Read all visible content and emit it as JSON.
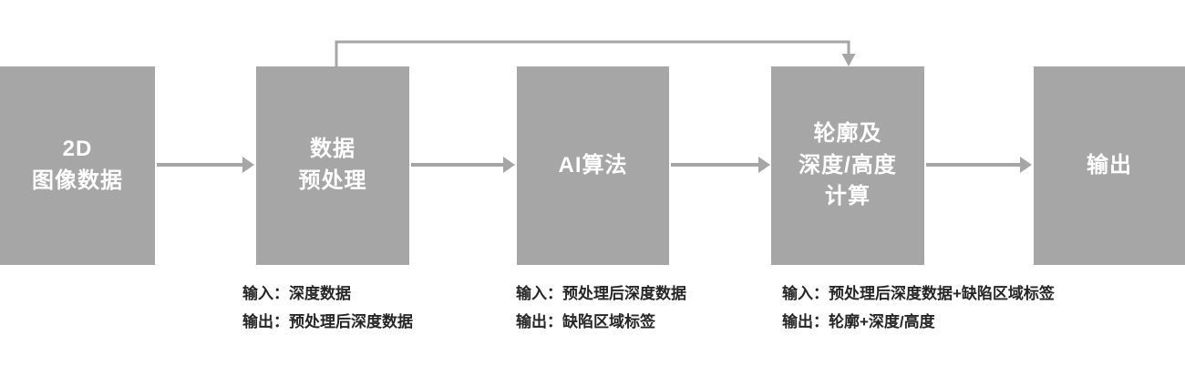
{
  "nodes": [
    {
      "id": "input-2d-image",
      "label": "2D\n图像数据"
    },
    {
      "id": "data-preprocess",
      "label": "数据\n预处理"
    },
    {
      "id": "ai-algorithm",
      "label": "AI算法"
    },
    {
      "id": "contour-depth-calc",
      "label": "轮廓及\n深度/高度\n计算"
    },
    {
      "id": "output",
      "label": "输出"
    }
  ],
  "edges": [
    {
      "from": "input-2d-image",
      "to": "data-preprocess",
      "type": "straight"
    },
    {
      "from": "data-preprocess",
      "to": "ai-algorithm",
      "type": "straight"
    },
    {
      "from": "ai-algorithm",
      "to": "contour-depth-calc",
      "type": "straight"
    },
    {
      "from": "contour-depth-calc",
      "to": "output",
      "type": "straight"
    },
    {
      "from": "data-preprocess",
      "to": "contour-depth-calc",
      "type": "skip-over-top"
    }
  ],
  "annotations": [
    {
      "input": "输入：深度数据",
      "output": "输出：预处理后深度数据"
    },
    {
      "input": "输入：预处理后深度数据",
      "output": "输出：缺陷区域标签"
    },
    {
      "input": "输入：预处理后深度数据+缺陷区域标签",
      "output": "输出：轮廓+深度/高度"
    }
  ],
  "colors": {
    "node_fill": "#a6a6a6",
    "node_text": "#ffffff",
    "arrow": "#a6a6a6",
    "annotation_text": "#262626",
    "background": "#ffffff"
  }
}
